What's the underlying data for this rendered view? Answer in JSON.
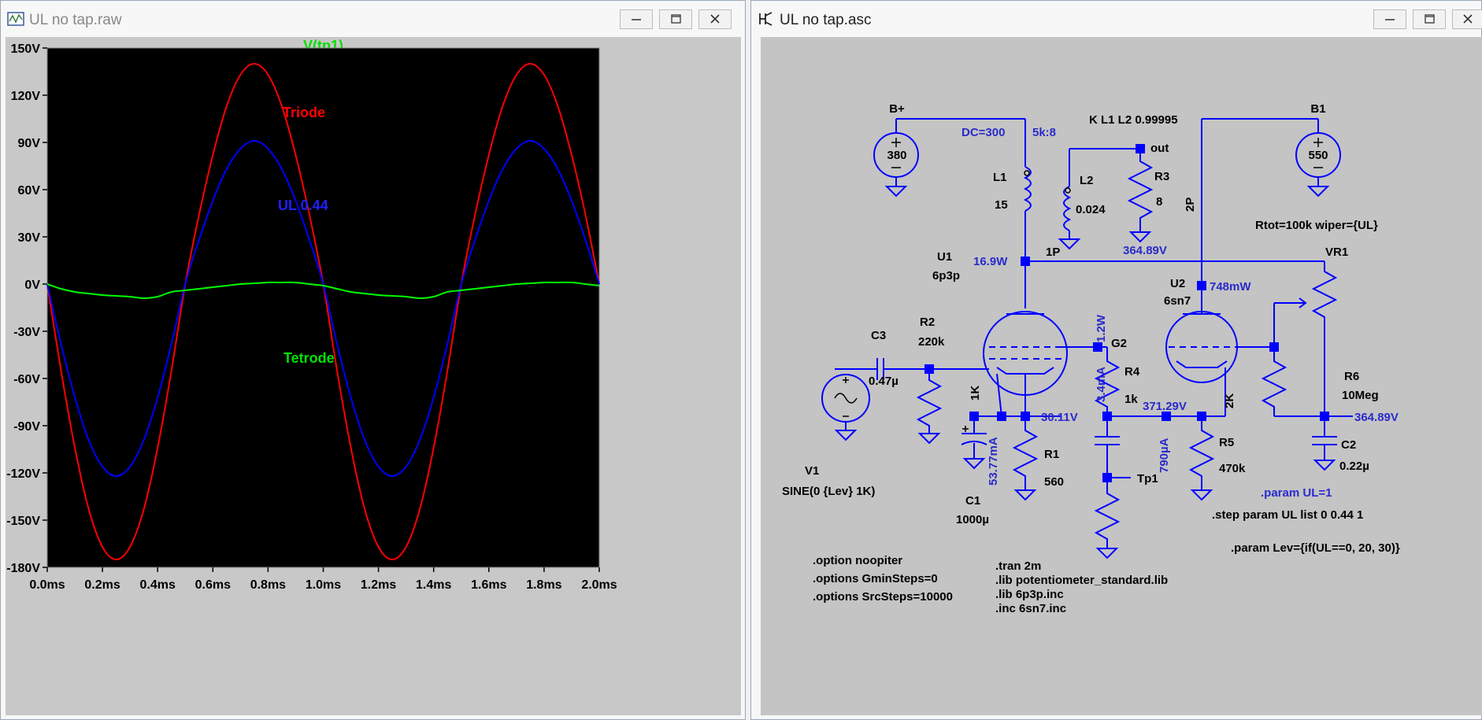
{
  "waveform_window": {
    "title": "UL no tap.raw",
    "minimize_label": "minimize",
    "maximize_label": "maximize",
    "close_label": "close",
    "plot_title": "V(tp1)",
    "annotations": [
      "Triode",
      "UL 0.44",
      "Tetrode"
    ]
  },
  "chart_data": {
    "type": "line",
    "title": "V(tp1)",
    "xlabel": "",
    "ylabel": "",
    "x_unit": "ms",
    "y_unit": "V",
    "xlim": [
      0.0,
      2.0
    ],
    "ylim": [
      -180,
      150
    ],
    "y_ticks": [
      150,
      120,
      90,
      60,
      30,
      0,
      -30,
      -60,
      -90,
      -120,
      -150,
      -180
    ],
    "y_tick_labels": [
      "150V",
      "120V",
      "90V",
      "60V",
      "30V",
      "0V",
      "-30V",
      "-60V",
      "-90V",
      "-120V",
      "-150V",
      "-180V"
    ],
    "x_ticks": [
      0.0,
      0.2,
      0.4,
      0.6,
      0.8,
      1.0,
      1.2,
      1.4,
      1.6,
      1.8,
      2.0
    ],
    "x_tick_labels": [
      "0.0ms",
      "0.2ms",
      "0.4ms",
      "0.6ms",
      "0.8ms",
      "1.0ms",
      "1.2ms",
      "1.4ms",
      "1.6ms",
      "1.8ms",
      "2.0ms"
    ],
    "grid": false,
    "background": "#000000",
    "series": [
      {
        "name": "Triode",
        "color": "#ff0000",
        "x": [
          0.0,
          0.05,
          0.1,
          0.15,
          0.2,
          0.25,
          0.3,
          0.35,
          0.4,
          0.45,
          0.5,
          0.55,
          0.6,
          0.65,
          0.7,
          0.75,
          0.8,
          0.85,
          0.9,
          0.95,
          1.0,
          1.05,
          1.1,
          1.15,
          1.2,
          1.25,
          1.3,
          1.35,
          1.4,
          1.45,
          1.5,
          1.55,
          1.6,
          1.65,
          1.7,
          1.75,
          1.8,
          1.85,
          1.9,
          1.95,
          2.0
        ],
        "y": [
          0,
          -55,
          -104,
          -143,
          -167,
          -175,
          -167,
          -143,
          -104,
          -55,
          0,
          44,
          82,
          113,
          133,
          140,
          133,
          113,
          82,
          44,
          0,
          -55,
          -104,
          -143,
          -167,
          -175,
          -167,
          -143,
          -104,
          -55,
          0,
          44,
          82,
          113,
          133,
          140,
          133,
          113,
          82,
          44,
          0
        ]
      },
      {
        "name": "UL 0.44",
        "color": "#0000ff",
        "x": [
          0.0,
          0.05,
          0.1,
          0.15,
          0.2,
          0.25,
          0.3,
          0.35,
          0.4,
          0.45,
          0.5,
          0.55,
          0.6,
          0.65,
          0.7,
          0.75,
          0.8,
          0.85,
          0.9,
          0.95,
          1.0,
          1.05,
          1.1,
          1.15,
          1.2,
          1.25,
          1.3,
          1.35,
          1.4,
          1.45,
          1.5,
          1.55,
          1.6,
          1.65,
          1.7,
          1.75,
          1.8,
          1.85,
          1.9,
          1.95,
          2.0
        ],
        "y": [
          0,
          -38,
          -72,
          -99,
          -116,
          -122,
          -116,
          -99,
          -72,
          -38,
          0,
          28,
          53,
          73,
          86,
          91,
          86,
          73,
          53,
          28,
          0,
          -38,
          -72,
          -99,
          -116,
          -122,
          -116,
          -99,
          -72,
          -38,
          0,
          28,
          53,
          73,
          86,
          91,
          86,
          73,
          53,
          28,
          0
        ]
      },
      {
        "name": "Tetrode",
        "color": "#00ff00",
        "x": [
          0.0,
          0.05,
          0.1,
          0.15,
          0.2,
          0.25,
          0.3,
          0.35,
          0.4,
          0.45,
          0.5,
          0.55,
          0.6,
          0.65,
          0.7,
          0.75,
          0.8,
          0.85,
          0.9,
          0.95,
          1.0,
          1.05,
          1.1,
          1.15,
          1.2,
          1.25,
          1.3,
          1.35,
          1.4,
          1.45,
          1.5,
          1.55,
          1.6,
          1.65,
          1.7,
          1.75,
          1.8,
          1.85,
          1.9,
          1.95,
          2.0
        ],
        "y": [
          0,
          -3,
          -5,
          -6,
          -7,
          -7.5,
          -8,
          -9,
          -8,
          -5,
          -4,
          -3,
          -2,
          -1,
          0,
          0.5,
          1,
          1,
          1,
          0,
          -1,
          -3,
          -5,
          -6,
          -7,
          -7.5,
          -8,
          -9,
          -8,
          -5,
          -4,
          -3,
          -2,
          -1,
          0,
          0.5,
          1,
          1,
          1,
          0,
          -1
        ]
      }
    ]
  },
  "schematic_window": {
    "title": "UL no tap.asc",
    "minimize_label": "minimize",
    "maximize_label": "maximize",
    "close_label": "close",
    "colors": {
      "wire": "#0000ff",
      "text": "#000000",
      "annotation": "#2a2acc",
      "background": "#c4c4c4"
    },
    "labels": {
      "bplus": "B+",
      "v380": "380",
      "dc300": "DC=300",
      "ratio": "5k:8",
      "kline": "K L1 L2 0.99995",
      "out": "out",
      "l1": "L1",
      "l1val": "15",
      "l2": "L2",
      "l2val": "0.024",
      "r3": "R3",
      "r3val": "8",
      "b1": "B1",
      "v550": "550",
      "twoP": "2P",
      "rtot": "Rtot=100k wiper={UL}",
      "u1": "U1",
      "u1part": "6p3p",
      "p169": "16.9W",
      "oneP": "1P",
      "v36489a": "364.89V",
      "vr1": "VR1",
      "u2": "U2",
      "u2part": "6sn7",
      "p748": "748mW",
      "c3": "C3",
      "c3val": "0.47µ",
      "r2": "R2",
      "r2val": "220k",
      "p12w": "1.2W",
      "g2": "G2",
      "r4": "R4",
      "r4val": "1k",
      "r6": "R6",
      "r6val": "10Meg",
      "oneK": "1K",
      "i34": "3.4mA",
      "v3011": "30.11V",
      "v37129": "371.29V",
      "twoK": "2K",
      "v36489b": "364.89V",
      "i5377": "53.77mA",
      "r1": "R1",
      "r1val": "560",
      "i790": "790µA",
      "r5": "R5",
      "r5val": "470k",
      "c2": "C2",
      "c2val": "0.22µ",
      "tp1": "Tp1",
      "v1": "V1",
      "sine": "SINE(0 {Lev} 1K)",
      "c1": "C1",
      "c1val": "1000µ",
      "paramUL": ".param UL=1",
      "stepParam": ".step param UL list 0 0.44 1",
      "paramLev": ".param Lev={if(UL==0, 20, 30)}",
      "opt1": ".option noopiter",
      "opt2": ".options GminSteps=0",
      "opt3": ".options SrcSteps=10000",
      "tran": ".tran 2m",
      "lib1": ".lib potentiometer_standard.lib",
      "lib2": ".lib 6p3p.inc",
      "inc1": ".inc 6sn7.inc"
    }
  }
}
